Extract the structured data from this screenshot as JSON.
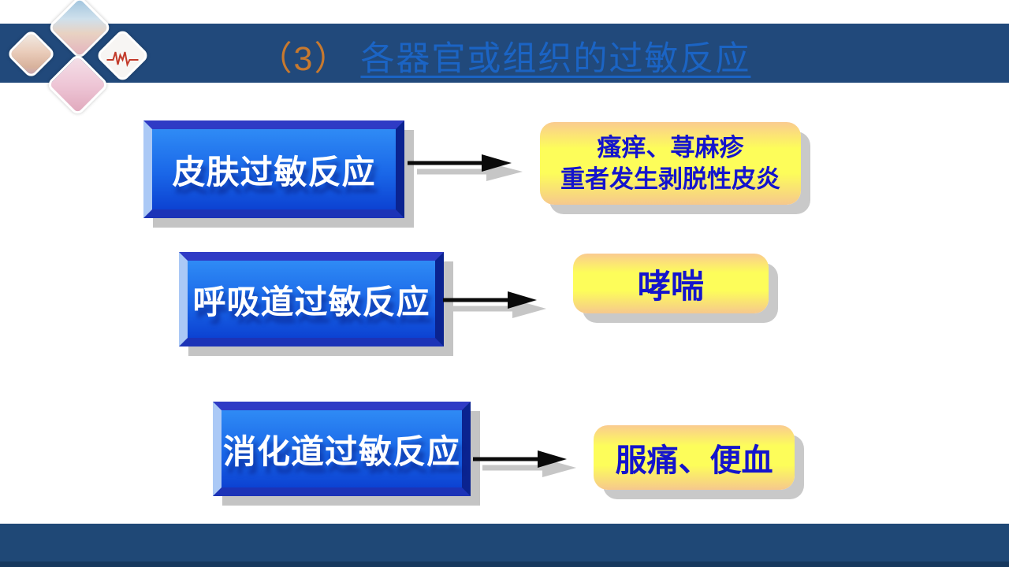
{
  "slide": {
    "title": {
      "number": "（3）",
      "text": "各器官或组织的过敏反应"
    },
    "rows": [
      {
        "source": "皮肤过敏反应",
        "results": [
          "瘙痒、荨麻疹",
          "重者发生剥脱性皮炎"
        ]
      },
      {
        "source": "呼吸道过敏反应",
        "results": [
          "哮喘"
        ]
      },
      {
        "source": "消化道过敏反应",
        "results": [
          "服痛、便血"
        ]
      }
    ],
    "photos": [
      "nurse-photo",
      "woman-face-photo",
      "ecg-heart-photo",
      "baby-photo"
    ],
    "colors": {
      "header_navy": "#21497B",
      "footer_navy": "#1F4876",
      "footer_dark_strip": "#16385E",
      "title_number_orange": "#C8792E",
      "title_blue": "#1B64C4",
      "source_box_top": "#2F8BF5",
      "source_box_bottom": "#0C42D2",
      "source_text": "#FFFFFF",
      "result_box_yellow": "#FDFD5A",
      "result_box_peach": "#FACB90",
      "result_text_blue": "#1414CC",
      "arrow_black": "#0A0A0A",
      "shadow_gray": "#C6C6C6"
    }
  }
}
